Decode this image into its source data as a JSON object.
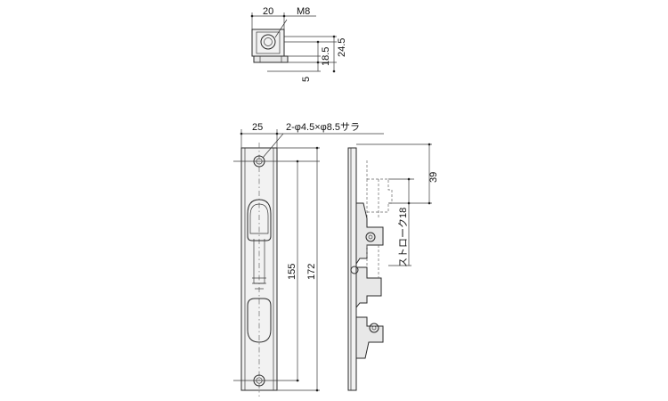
{
  "top_view": {
    "width_dim": "20",
    "thread_label": "M8",
    "height_dim_1": "18.5",
    "height_dim_2": "24.5",
    "base_dim": "5"
  },
  "front_view": {
    "width_dim": "25",
    "hole_note": "2-φ4.5×φ8.5サラ",
    "pitch_dim": "155",
    "length_dim": "172"
  },
  "side_view": {
    "offset_dim": "39",
    "stroke_label": "ストローク18"
  }
}
